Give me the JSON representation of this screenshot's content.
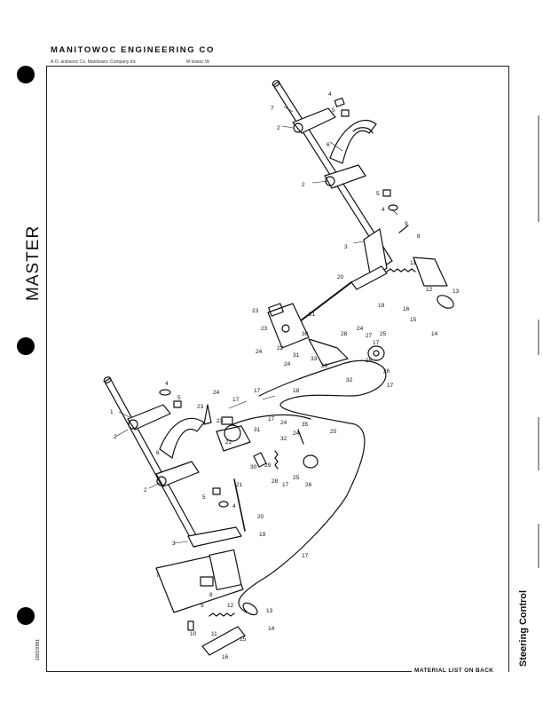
{
  "header": {
    "company": "MANITOWOC ENGINEERING CO",
    "reference_left": "A.O.   anitowoc Co.   Manitowoc Company Inc",
    "reference_right": "M   itowoc   W"
  },
  "stamp": "MASTER",
  "doc_number": "19019381",
  "footer": {
    "material_note": "MATERIAL LIST ON BACK",
    "section_title": "Steering Control"
  }
}
